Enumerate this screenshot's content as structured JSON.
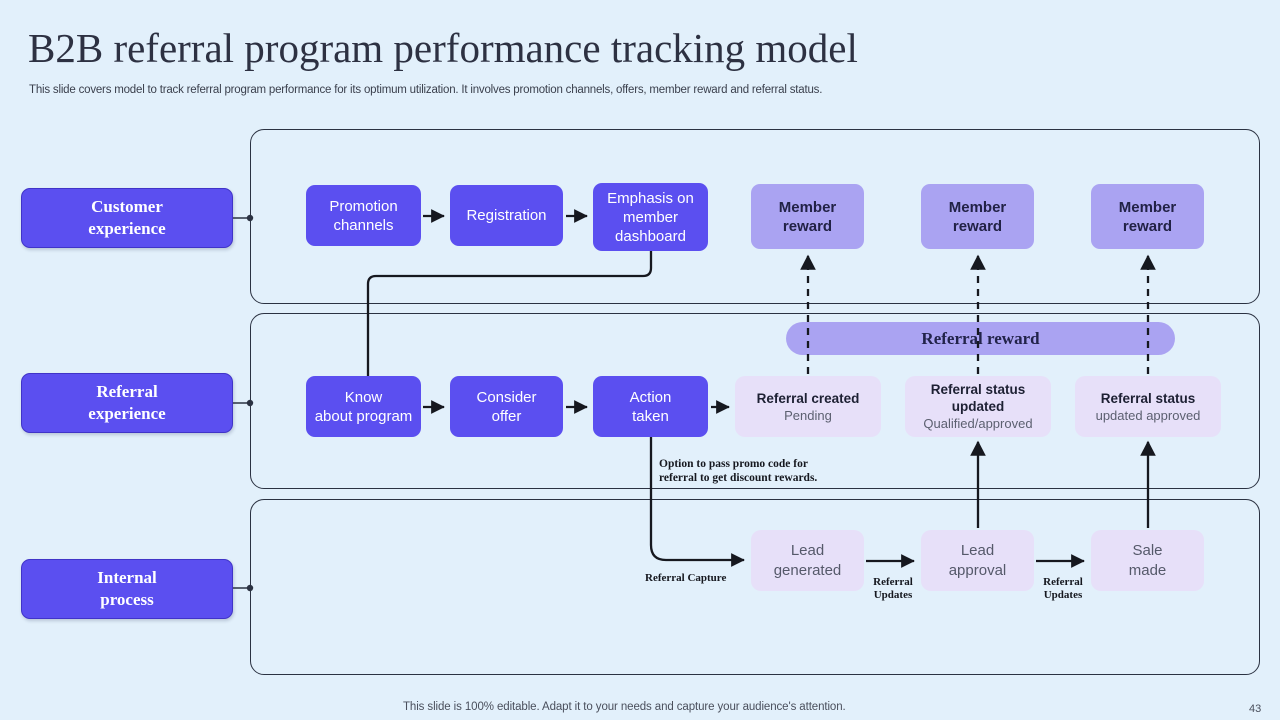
{
  "header": {
    "title": "B2B referral program performance tracking model",
    "subtitle": "This slide covers model to track referral program performance for its optimum utilization. It involves promotion channels, offers, member reward and referral status."
  },
  "footer": {
    "note": "This slide is 100% editable. Adapt it to your needs and capture your audience's attention.",
    "page_number": "43"
  },
  "colors": {
    "background": "#e2f0fb",
    "primary_purple": "#5b4ff0",
    "lilac": "#aaa3f2",
    "pale_lavender": "#e7e0f9",
    "line": "#2b3242"
  },
  "categories": [
    {
      "label": "Customer\nexperience",
      "line1": "Customer",
      "line2": "experience"
    },
    {
      "label": "Referral\nexperience",
      "line1": "Referral",
      "line2": "experience"
    },
    {
      "label": "Internal\nprocess",
      "line1": "Internal",
      "line2": "process"
    }
  ],
  "rows": {
    "customer_experience": {
      "steps": [
        {
          "line1": "Promotion",
          "line2": "channels"
        },
        {
          "line1": "Registration",
          "line2": ""
        },
        {
          "line1": "Emphasis on",
          "line2": "member",
          "line3": "dashboard"
        }
      ],
      "rewards": [
        {
          "line1": "Member",
          "line2": "reward"
        },
        {
          "line1": "Member",
          "line2": "reward"
        },
        {
          "line1": "Member",
          "line2": "reward"
        }
      ]
    },
    "referral_experience": {
      "banner": "Referral reward",
      "steps": [
        {
          "line1": "Know",
          "line2": "about program"
        },
        {
          "line1": "Consider",
          "line2": "offer"
        },
        {
          "line1": "Action",
          "line2": "taken"
        }
      ],
      "statuses": [
        {
          "title": "Referral created",
          "subtitle": "Pending"
        },
        {
          "title": "Referral status updated",
          "subtitle": "Qualified/approved"
        },
        {
          "title": "Referral status",
          "subtitle": "updated  approved"
        }
      ],
      "note": "Option to pass promo code for referral to get discount rewards.",
      "note_line1": "Option to pass promo code for",
      "note_line2": "referral to get discount rewards."
    },
    "internal_process": {
      "steps": [
        {
          "line1": "Lead",
          "line2": "generated"
        },
        {
          "line1": "Lead",
          "line2": "approval"
        },
        {
          "line1": "Sale",
          "line2": "made"
        }
      ],
      "edge_labels": [
        {
          "line1": "Referral Capture",
          "line2": ""
        },
        {
          "line1": "Referral",
          "line2": "Updates"
        },
        {
          "line1": "Referral",
          "line2": "Updates"
        }
      ]
    }
  }
}
